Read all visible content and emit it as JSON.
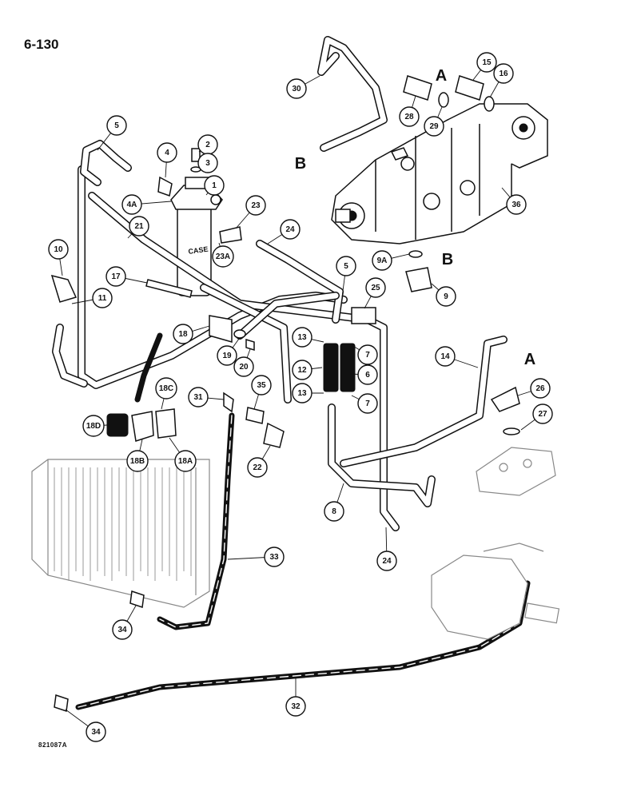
{
  "page": {
    "page_number": "6-130",
    "figure_code": "821087A"
  },
  "ports": {
    "A": "A",
    "B": "B"
  },
  "callouts": [
    {
      "id": "c1",
      "label": "1"
    },
    {
      "id": "c2",
      "label": "2"
    },
    {
      "id": "c3",
      "label": "3"
    },
    {
      "id": "c4",
      "label": "4"
    },
    {
      "id": "c4A",
      "label": "4A"
    },
    {
      "id": "c5a",
      "label": "5"
    },
    {
      "id": "c5b",
      "label": "5"
    },
    {
      "id": "c6",
      "label": "6"
    },
    {
      "id": "c7a",
      "label": "7"
    },
    {
      "id": "c7b",
      "label": "7"
    },
    {
      "id": "c8",
      "label": "8"
    },
    {
      "id": "c9",
      "label": "9"
    },
    {
      "id": "c9A",
      "label": "9A"
    },
    {
      "id": "c10",
      "label": "10"
    },
    {
      "id": "c11",
      "label": "11"
    },
    {
      "id": "c12",
      "label": "12"
    },
    {
      "id": "c13a",
      "label": "13"
    },
    {
      "id": "c13b",
      "label": "13"
    },
    {
      "id": "c14",
      "label": "14"
    },
    {
      "id": "c15",
      "label": "15"
    },
    {
      "id": "c16",
      "label": "16"
    },
    {
      "id": "c17",
      "label": "17"
    },
    {
      "id": "c18",
      "label": "18"
    },
    {
      "id": "c18A",
      "label": "18A"
    },
    {
      "id": "c18B",
      "label": "18B"
    },
    {
      "id": "c18C",
      "label": "18C"
    },
    {
      "id": "c18D",
      "label": "18D"
    },
    {
      "id": "c19",
      "label": "19"
    },
    {
      "id": "c20",
      "label": "20"
    },
    {
      "id": "c21",
      "label": "21"
    },
    {
      "id": "c22",
      "label": "22"
    },
    {
      "id": "c23",
      "label": "23"
    },
    {
      "id": "c23A",
      "label": "23A"
    },
    {
      "id": "c24a",
      "label": "24"
    },
    {
      "id": "c24b",
      "label": "24"
    },
    {
      "id": "c25",
      "label": "25"
    },
    {
      "id": "c26",
      "label": "26"
    },
    {
      "id": "c27",
      "label": "27"
    },
    {
      "id": "c28",
      "label": "28"
    },
    {
      "id": "c29",
      "label": "29"
    },
    {
      "id": "c30",
      "label": "30"
    },
    {
      "id": "c31",
      "label": "31"
    },
    {
      "id": "c32",
      "label": "32"
    },
    {
      "id": "c33",
      "label": "33"
    },
    {
      "id": "c34a",
      "label": "34"
    },
    {
      "id": "c34b",
      "label": "34"
    },
    {
      "id": "c35",
      "label": "35"
    },
    {
      "id": "c36",
      "label": "36"
    }
  ]
}
